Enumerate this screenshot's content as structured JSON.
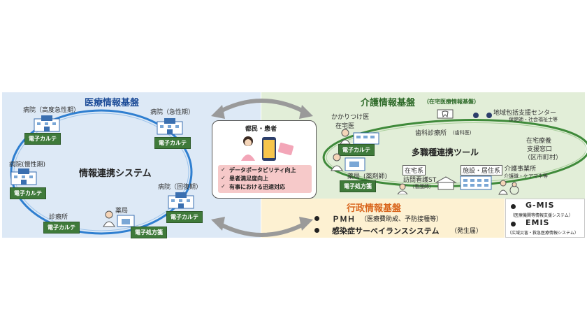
{
  "medical": {
    "title": "医療情報基盤",
    "system": "情報連携システム",
    "hospital_acute_high": "病院（高度急性期）",
    "hospital_acute": "病院（急性期）",
    "hospital_chronic": "病院(慢性期)",
    "hospital_recovery": "病院（回復期）",
    "clinic": "診療所",
    "pharmacy": "薬局",
    "ekarte": "電子カルテ",
    "eprescription": "電子処方箋"
  },
  "center": {
    "title": "都民・患者",
    "benefits": [
      "データポータビリティ向上",
      "患者満足度向上",
      "有事における迅速対応"
    ],
    "check": "✓"
  },
  "care": {
    "title": "介護情報基盤",
    "subtitle": "（在宅医療情報基盤）",
    "tool": "多職種連携ツール",
    "family_doctor_1": "かかりつけ医",
    "family_doctor_2": "在宅医",
    "dental": "歯科診療所",
    "dental_sub": "(歯科医)",
    "community_center": "地域包括支援センター",
    "community_center_sub": "保健師・社会福祉士等",
    "home_care_1": "在宅療養",
    "home_care_2": "支援窓口",
    "home_care_3": "（区市町村）",
    "pharmacy": "薬局",
    "pharmacy_sub": "(薬剤師)",
    "home": "在宅系",
    "visiting_nurse": "訪問看護ST",
    "visiting_nurse_sub": "（看護師）",
    "facility": "施設・居住系",
    "care_office": "介護事業所",
    "care_office_sub": "介護職・ケアマネ等",
    "ekarte": "電子カルテ",
    "eprescription": "電子処方箋"
  },
  "admin": {
    "title": "行政情報基盤",
    "pmh": "ＰＭＨ",
    "pmh_sub": "（医療費助成、予防接種等）",
    "surveillance": "感染症サーベイランスシステム",
    "surveillance_sub": "（発生届）"
  },
  "systems": {
    "gmis": "G-MIS",
    "gmis_sub": "（医療機関等情報支援システム）",
    "emis": "EMIS",
    "emis_sub": "（広域災害・救急医療情報システム）"
  },
  "colors": {
    "medical_bg": "#dde9f6",
    "care_bg": "#e2eed8",
    "admin_bg": "#fdf1d2",
    "tag_green": "#3f7a3a",
    "ring_blue": "#2f7fd0",
    "ring_green": "#3f8a3a",
    "title_blue": "#1f4e99",
    "title_green": "#2f6b2a",
    "title_orange": "#d9661e",
    "benefit_bg": "#f6c9c9"
  },
  "icons": [
    "hospital-icon",
    "pharmacy-icon",
    "pharmacist-icon",
    "doctor-icon",
    "nurse-icon",
    "phone-icon",
    "person-icon",
    "double-arrow-icon"
  ]
}
